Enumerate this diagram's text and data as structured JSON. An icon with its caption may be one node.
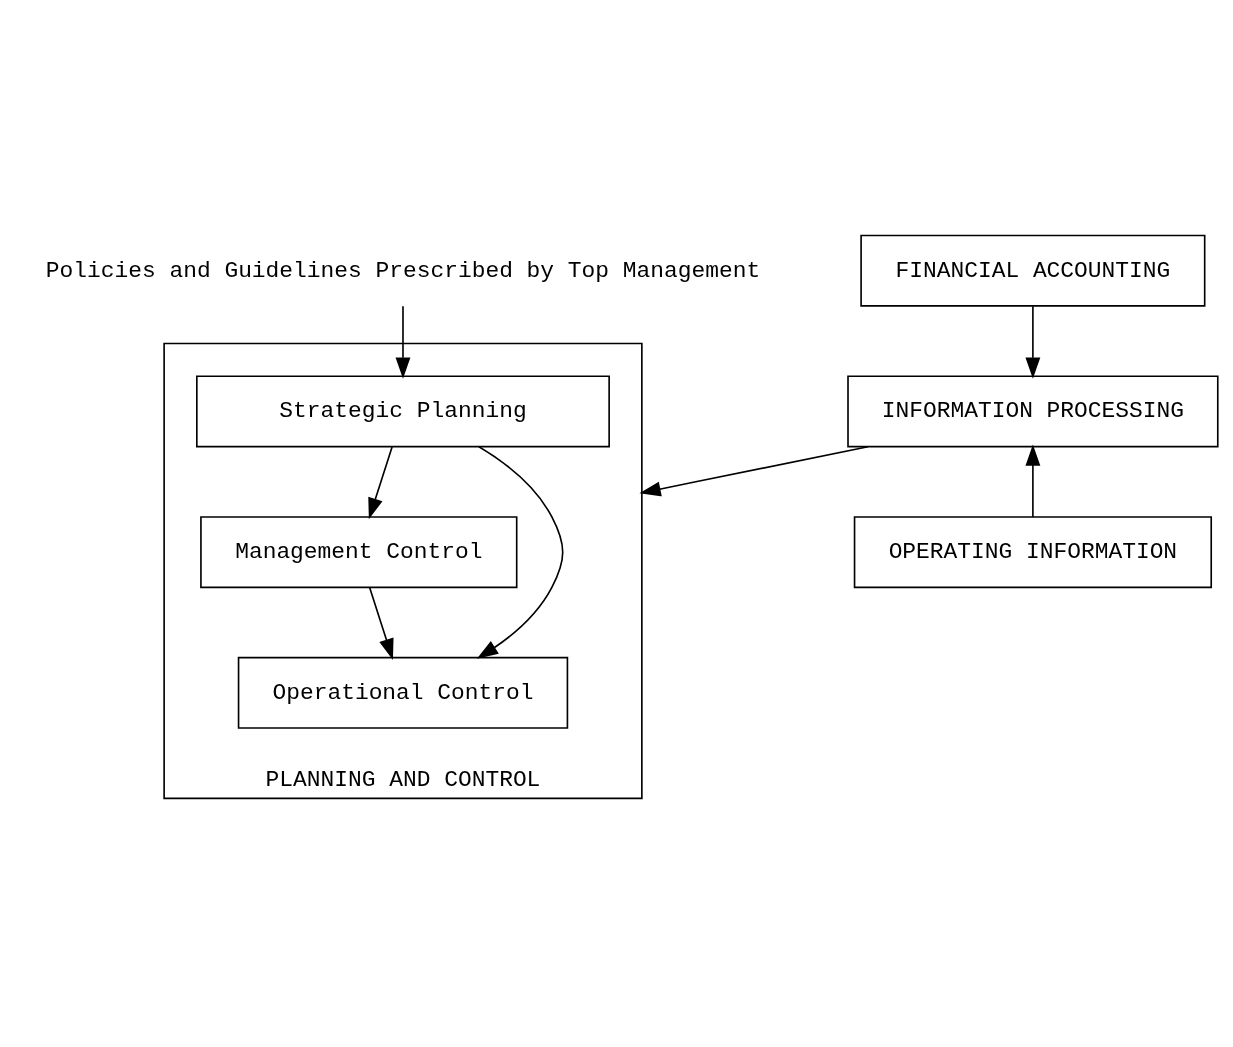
{
  "diagram": {
    "nodes": [
      {
        "text": [
          "Policies and Guidelines Prescribed by Top Management"
        ]
      },
      {
        "text": [
          "PLANNING AND CONTROL"
        ]
      },
      {
        "text": [
          "Strategic Planning"
        ],
        "in": 1
      },
      {
        "text": [
          "Management Control"
        ],
        "in": 1
      },
      {
        "text": [
          "Operational Control"
        ],
        "in": 1
      },
      {
        "text": [
          "FINANCIAL ACCOUNTING"
        ]
      },
      {
        "text": [
          "INFORMATION PROCESSING"
        ]
      },
      {
        "text": [
          "OPERATING INFORMATION"
        ]
      }
    ],
    "edges": [
      {
        "from": 0,
        "to": 2,
        "arrow": "to"
      },
      {
        "from": 2,
        "to": 3,
        "arrow": "to"
      },
      {
        "from": 3,
        "to": 4,
        "arrow": "to"
      },
      {
        "from": 2,
        "to": 4,
        "arrow": "to"
      },
      {
        "from": 5,
        "to": 6,
        "arrow": "to"
      },
      {
        "from": 7,
        "to": 6,
        "arrow": "to"
      },
      {
        "from": 6,
        "to": 1,
        "arrow": "to"
      }
    ]
  }
}
